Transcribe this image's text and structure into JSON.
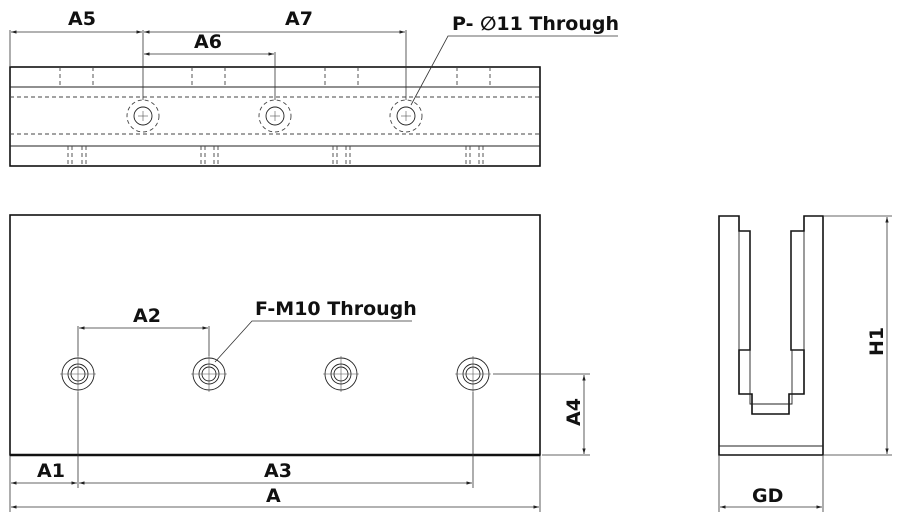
{
  "top_view": {
    "dims": {
      "a5": "A5",
      "a7": "A7",
      "a6": "A6"
    },
    "callout": "P- ∅11 Through"
  },
  "front_view": {
    "dims": {
      "a2": "A2",
      "a1": "A1",
      "a3": "A3",
      "a": "A",
      "a4": "A4"
    },
    "callout": "F-M10 Through"
  },
  "side_view": {
    "dims": {
      "h1": "H1",
      "gd": "GD"
    }
  }
}
